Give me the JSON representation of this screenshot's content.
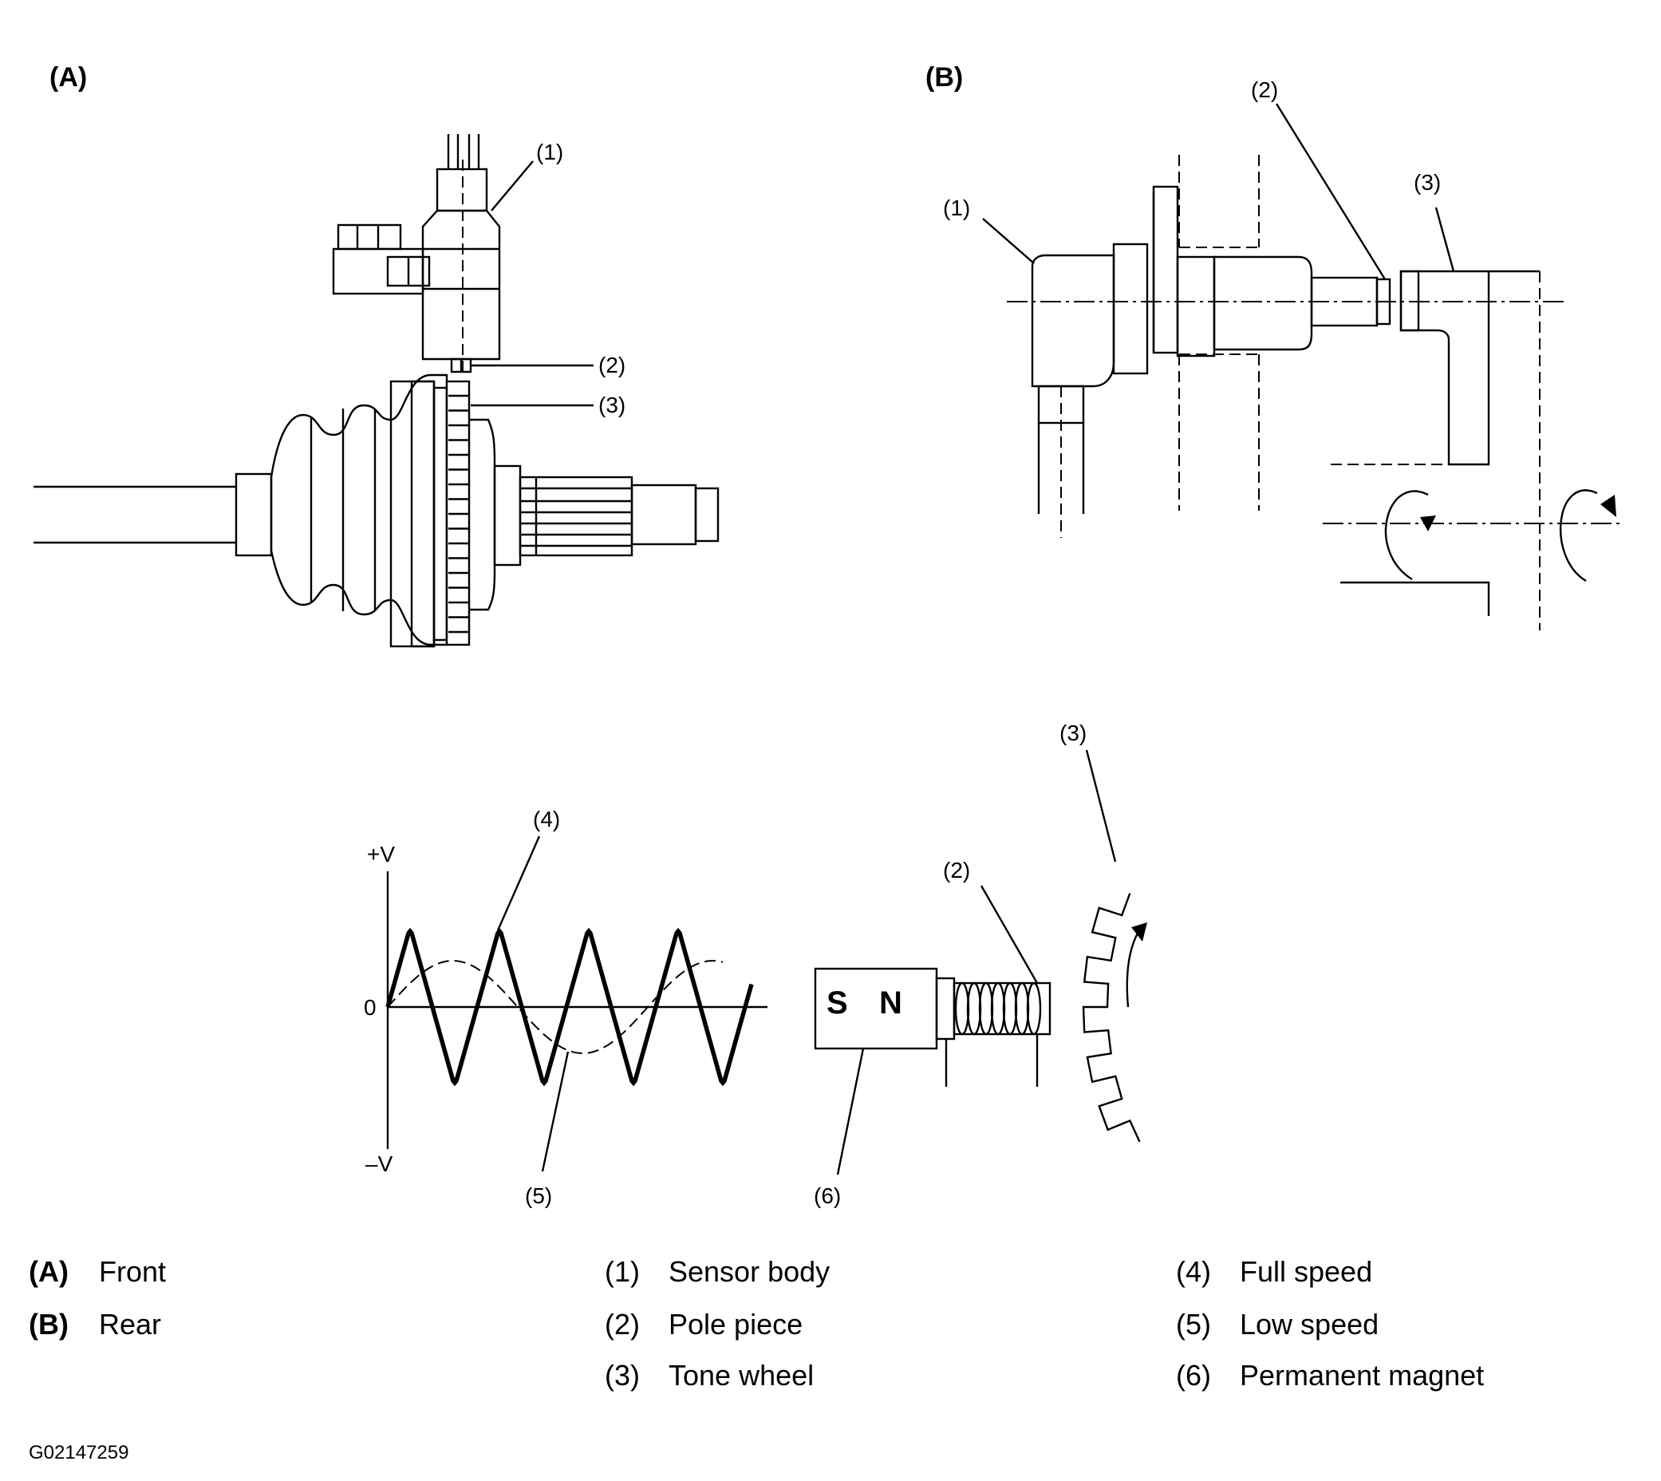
{
  "panels": {
    "a": {
      "label": "(A)"
    },
    "b": {
      "label": "(B)"
    }
  },
  "callouts": {
    "a1": "(1)",
    "a2": "(2)",
    "a3": "(3)",
    "b1": "(1)",
    "b2": "(2)",
    "b3": "(3)",
    "c2": "(2)",
    "c3": "(3)",
    "c4": "(4)",
    "c5": "(5)",
    "c6": "(6)"
  },
  "waveform": {
    "y_top": "+V",
    "y_zero": "0",
    "y_bottom": "–V",
    "series": [
      {
        "key": "(4)",
        "name": "Full speed",
        "style": "thick solid"
      },
      {
        "key": "(5)",
        "name": "Low speed",
        "style": "thin dashed"
      }
    ]
  },
  "magnet": {
    "pole_s": "S",
    "pole_n": "N"
  },
  "legend": {
    "col1": [
      {
        "key": "(A)",
        "text": "Front"
      },
      {
        "key": "(B)",
        "text": "Rear"
      }
    ],
    "col2": [
      {
        "key": "(1)",
        "text": "Sensor body"
      },
      {
        "key": "(2)",
        "text": "Pole piece"
      },
      {
        "key": "(3)",
        "text": "Tone wheel"
      }
    ],
    "col3": [
      {
        "key": "(4)",
        "text": "Full speed"
      },
      {
        "key": "(5)",
        "text": "Low speed"
      },
      {
        "key": "(6)",
        "text": "Permanent magnet"
      }
    ]
  },
  "figure_id": "G02147259"
}
